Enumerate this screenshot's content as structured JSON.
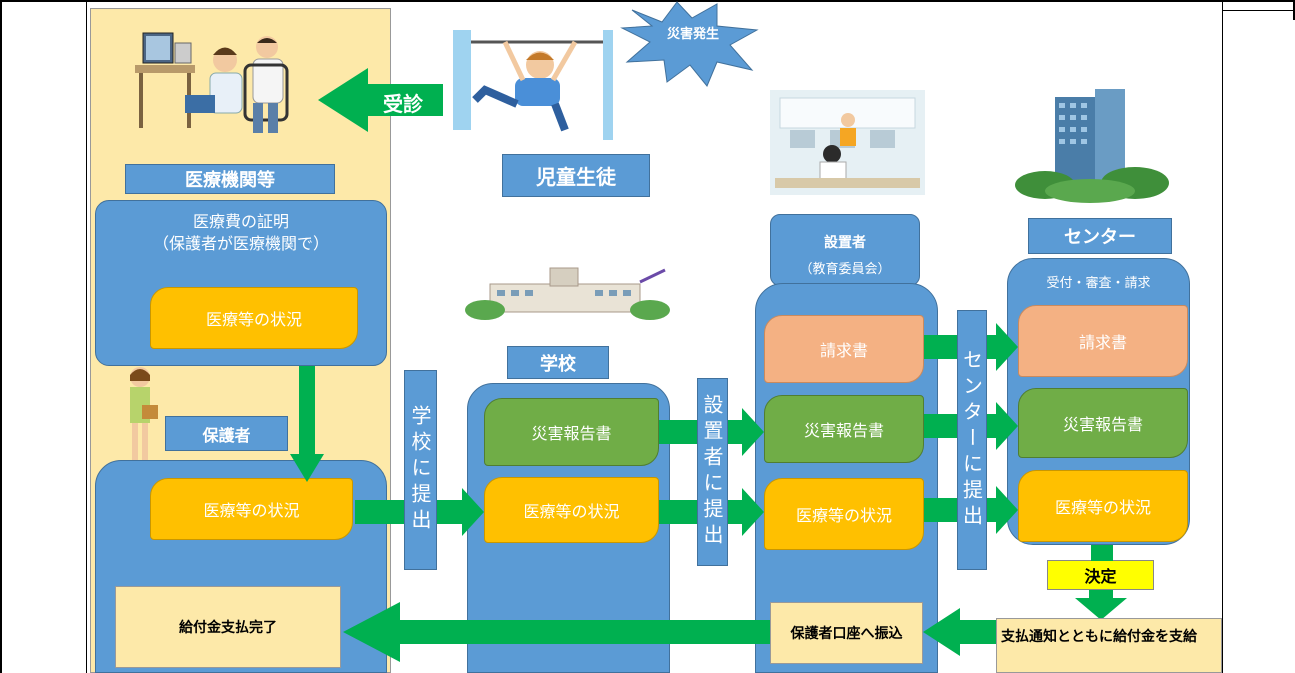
{
  "colors": {
    "blue": "#5b9bd5",
    "green": "#00b050",
    "yellow": "#ffc000",
    "lightgreen": "#70ad47",
    "salmon": "#f4b183",
    "cream": "#fde9a9",
    "decision": "#ffff00"
  },
  "top": {
    "disaster_burst": "災害発生",
    "consult_arrow": "受診",
    "student_label": "児童生徒"
  },
  "medical": {
    "header": "医療機関等",
    "cert_line1": "医療費の証明",
    "cert_line2": "（保護者が医療機関で）",
    "status_card": "医療等の状況"
  },
  "guardian": {
    "header": "保護者",
    "status_card": "医療等の状況",
    "payment_done": "給付金支払完了"
  },
  "flow_labels": {
    "to_school": "学校に提出",
    "to_founder": "設置者に提出",
    "to_center": "センターに提出"
  },
  "school": {
    "header": "学校",
    "report_card": "災害報告書",
    "status_card": "医療等の状況"
  },
  "founder": {
    "header_line1": "設置者",
    "header_line2": "（教育委員会）",
    "invoice_card": "請求書",
    "report_card": "災害報告書",
    "status_card": "医療等の状況",
    "transfer_note": "保護者口座へ振込"
  },
  "center": {
    "header": "センター",
    "subtitle": "受付・審査・請求",
    "invoice_card": "請求書",
    "report_card": "災害報告書",
    "status_card": "医療等の状況",
    "decision": "決定",
    "payment_note": "支払通知とともに給付金を支給"
  },
  "icons": [
    "doctor-consultation-illustration",
    "child-on-bar-illustration",
    "office-workers-illustration",
    "school-building-illustration",
    "center-building-illustration",
    "guardian-woman-illustration"
  ]
}
